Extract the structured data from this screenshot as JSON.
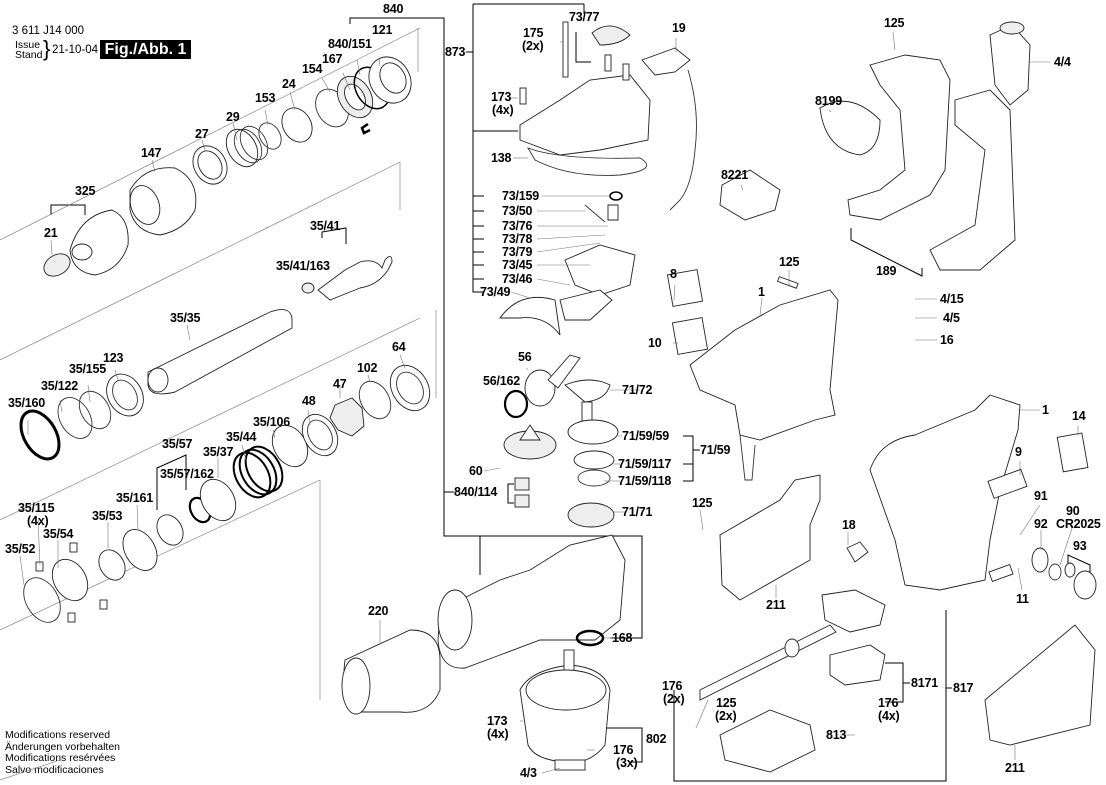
{
  "header": {
    "part_number": "3 611 J14 000",
    "issue_label": "Issue",
    "stand_label": "Stand",
    "date": "21-10-04",
    "figure_label": "Fig./Abb. 1"
  },
  "footer": {
    "lines": [
      "Modifications reserved",
      "Änderungen vorbehalten",
      "Modifications resérvées",
      "Salvo modificaciones"
    ]
  },
  "labels": {
    "l840": "840",
    "l121": "121",
    "l840_151": "840/151",
    "l167": "167",
    "l154": "154",
    "l24": "24",
    "l153": "153",
    "l29": "29",
    "l27": "27",
    "l147": "147",
    "l325": "325",
    "l21": "21",
    "l35_41": "35/41",
    "l35_41_163": "35/41/163",
    "l35_35": "35/35",
    "l35_155": "35/155",
    "l123": "123",
    "l35_122": "35/122",
    "l35_160": "35/160",
    "l64": "64",
    "l102": "102",
    "l47": "47",
    "l48": "48",
    "l35_106": "35/106",
    "l35_44": "35/44",
    "l35_57": "35/57",
    "l35_37": "35/37",
    "l35_57_162": "35/57/162",
    "l35_161": "35/161",
    "l35_115": "35/115",
    "l35_115_qty": "(4x)",
    "l35_53": "35/53",
    "l35_54": "35/54",
    "l35_52": "35/52",
    "l220": "220",
    "l873": "873",
    "l175": "175",
    "l175_qty": "(2x)",
    "l73_77": "73/77",
    "l19": "19",
    "l173a": "173",
    "l173a_qty": "(4x)",
    "l138": "138",
    "l73_159": "73/159",
    "l73_50": "73/50",
    "l73_76": "73/76",
    "l73_78": "73/78",
    "l73_79": "73/79",
    "l73_45": "73/45",
    "l73_46": "73/46",
    "l73_49": "73/49",
    "l56": "56",
    "l56_162": "56/162",
    "l71_72": "71/72",
    "l71_59_59": "71/59/59",
    "l71_59": "71/59",
    "l71_59_117": "71/59/117",
    "l71_59_118": "71/59/118",
    "l60": "60",
    "l840_114": "840/114",
    "l71_71": "71/71",
    "l168": "168",
    "l173b": "173",
    "l173b_qty": "(4x)",
    "l802": "802",
    "l176a": "176",
    "l176a_qty": "(3x)",
    "l4_3": "4/3",
    "l8": "8",
    "l10": "10",
    "l125a": "125",
    "l1a": "1",
    "l125b": "125",
    "l211a": "211",
    "l18": "18",
    "l176b": "176",
    "l176b_qty": "(2x)",
    "l125c": "125",
    "l125c_qty": "(2x)",
    "l813": "813",
    "l8171": "8171",
    "l176c": "176",
    "l176c_qty": "(4x)",
    "l817": "817",
    "l125d": "125",
    "l4_4": "4/4",
    "l8199": "8199",
    "l8221": "8221",
    "l189": "189",
    "l4_15": "4/15",
    "l4_5": "4/5",
    "l16": "16",
    "l1b": "1",
    "l14": "14",
    "l9": "9",
    "l91": "91",
    "l90": "90",
    "l90_sub": "CR2025",
    "l92": "92",
    "l93": "93",
    "l11": "11",
    "l211b": "211"
  }
}
